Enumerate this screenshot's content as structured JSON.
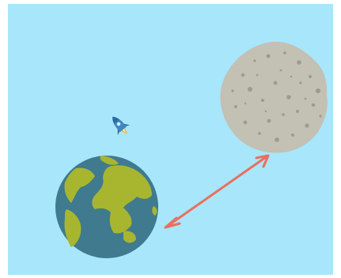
{
  "scene": {
    "background_color": "#a8e6fb",
    "objects": [
      {
        "name": "earth",
        "icon": "earth-globe",
        "ocean_color": "#3f7a8e",
        "land_color": "#a8b62f"
      },
      {
        "name": "moon",
        "icon": "cratered-moon",
        "color": "#c3c0b4",
        "crater_color": "#9d9a90"
      },
      {
        "name": "rocket",
        "icon": "rocket",
        "color": "#3f86c3"
      },
      {
        "name": "distance-arrow",
        "icon": "double-headed-arrow",
        "color": "#e8705f"
      }
    ]
  }
}
